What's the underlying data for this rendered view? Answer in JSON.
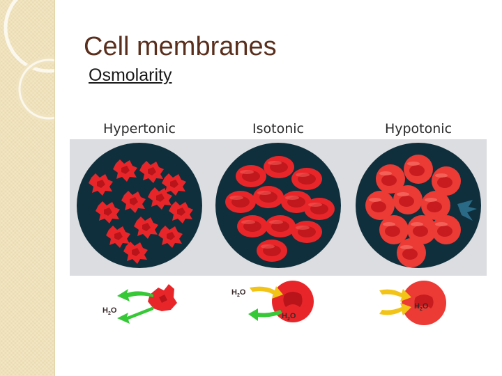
{
  "slide": {
    "title": "Cell membranes",
    "subtitle": "Osmolarity"
  },
  "diagram": {
    "panels": [
      {
        "label": "Hypertonic",
        "water_flow": "out"
      },
      {
        "label": "Isotonic",
        "water_flow": "balanced"
      },
      {
        "label": "Hypotonic",
        "water_flow": "in"
      }
    ],
    "water_label": "H2O",
    "colors": {
      "band": "#dcdde0",
      "well": "#0f2f3c",
      "cell": "#e8262a",
      "cell_dark": "#b8141a",
      "arrow_green": "#37c837",
      "arrow_yellow": "#f2c417"
    }
  }
}
